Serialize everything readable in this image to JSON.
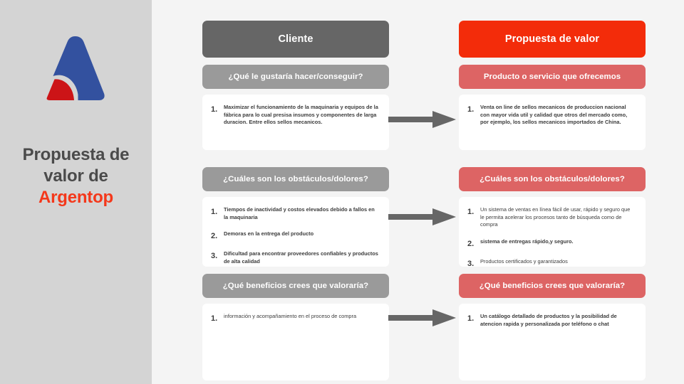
{
  "sidebar": {
    "logo_name": "argentop-logo",
    "title_line1": "Propuesta de",
    "title_line2": "valor de",
    "brand": "Argentop",
    "logo_blue": "#33519f",
    "logo_red": "#cc1417",
    "brand_color": "#f4381b",
    "background": "#d4d4d4"
  },
  "columns": [
    {
      "key": "cliente",
      "header": "Cliente",
      "header_color": "#666666",
      "sub_color": "#9a9a9a",
      "sections": [
        {
          "title": "¿Qué le gustaría hacer/conseguir?",
          "items": [
            {
              "num": "1.",
              "text": "Maximizar el funcionamiento de la maquinaria y equipos de la fábrica para lo cual presisa insumos y componentes de larga duracion. Entre ellos sellos mecanicos.",
              "weight": "bold"
            }
          ]
        },
        {
          "title": "¿Cuáles son los obstáculos/dolores?",
          "items": [
            {
              "num": "1.",
              "text": "Tiempos de inactividad y costos elevados debido a fallos en la maquinaria",
              "weight": "bold"
            },
            {
              "num": "2.",
              "text": "Demoras en la entrega del producto",
              "weight": "bold"
            },
            {
              "num": "3.",
              "text": "Dificultad para encontrar proveedores confiables y productos de alta calidad",
              "weight": "bold"
            }
          ]
        },
        {
          "title": "¿Qué beneficios crees que valoraría?",
          "items": [
            {
              "num": "1.",
              "text": "información y acompañamiento en el proceso de compra",
              "weight": "light"
            }
          ]
        }
      ]
    },
    {
      "key": "propuesta",
      "header": "Propuesta de valor",
      "header_color": "#f32c0a",
      "sub_color": "#dd6464",
      "sections": [
        {
          "title": "Producto o servicio que ofrecemos",
          "items": [
            {
              "num": "1.",
              "text": "Venta on line de sellos mecanicos de produccion nacional con mayor vida util y calidad que otros  del mercado como, por ejemplo, los sellos mecanicos importados  de China.",
              "weight": "bold"
            }
          ]
        },
        {
          "title": "¿Cuáles son los obstáculos/dolores?",
          "items": [
            {
              "num": "1.",
              "text": "Un sistema de ventas en línea fácil de usar, rápido y seguro que le permita acelerar los procesos tanto de búsqueda como de compra",
              "weight": "light"
            },
            {
              "num": "2.",
              "text": "sistema de entregas rápido,y seguro.",
              "weight": "bold"
            },
            {
              "num": "3.",
              "text": "Productos certificados y garantizados",
              "weight": "light"
            }
          ]
        },
        {
          "title": "¿Qué beneficios crees que valoraría?",
          "items": [
            {
              "num": "1.",
              "text": "Un catálogo detallado de productos y la posibilidad de atencion rapida y personalizada por teléfono o chat",
              "weight": "bold"
            }
          ]
        }
      ]
    }
  ],
  "arrows": [
    {
      "name": "arrow-section-1",
      "color": "#666666"
    },
    {
      "name": "arrow-section-2",
      "color": "#666666"
    },
    {
      "name": "arrow-section-3",
      "color": "#666666"
    }
  ]
}
